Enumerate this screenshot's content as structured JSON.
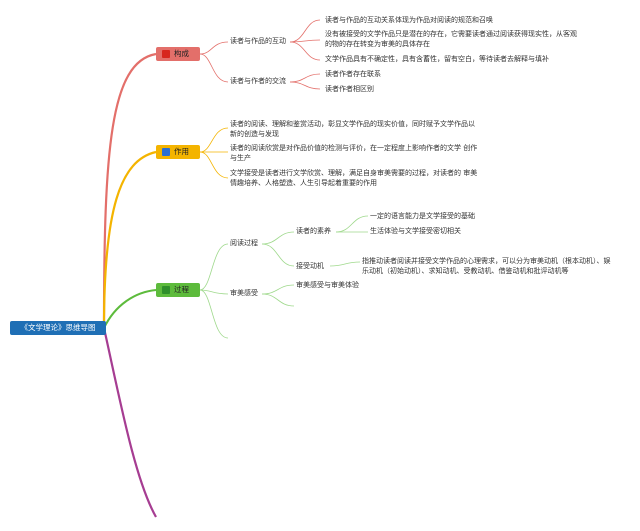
{
  "root": {
    "label": "《文学理论》思维导图"
  },
  "colors": {
    "root": "#1f6fb5",
    "composition": "#e36f6a",
    "function": "#f4b400",
    "process": "#5dbb3c",
    "extra": "#a63d92",
    "sub": "#9fd98c"
  },
  "icons": {
    "composition": "red-square-icon",
    "function": "blue-square-icon",
    "process": "green-mountain-icon"
  },
  "composition": {
    "label": "构成",
    "interaction_work": {
      "label": "读者与作品的互动",
      "items": [
        "读者与作品的互动关系体现为作品对阅读的规范和召唤",
        "没有被接受的文学作品只是潜在的存在，它需要读者通过阅读获得现实性，从客观的物的存在转变为审美的具体存在",
        "文学作品具有不确定性，具有含蓄性，留有空白，等待读者去解释与填补"
      ]
    },
    "interaction_author": {
      "label": "读者与作者的交流",
      "items": [
        "读者作者存在联系",
        "读者作者相区别"
      ]
    }
  },
  "function": {
    "label": "作用",
    "items": [
      "读者的阅读、理解和鉴赏活动，彰显文学作品的现实价值，同时赋予文学作品以新的创造与发现",
      "读者的阅读欣赏是对作品价值的检测与评价，在一定程度上影响作者的文学 创作与生产",
      "文学接受是读者进行文学欣赏、理解，满足自身审美需要的过程，对读者的 审美情趣培养、人格塑造、人生引导起着重要的作用"
    ]
  },
  "process": {
    "label": "过程",
    "reading": {
      "label": "阅读过程",
      "quality": {
        "label": "读者的素养",
        "items": [
          "一定的语言能力是文学接受的基础",
          "生活体验与文学接受密切相关"
        ]
      },
      "motive": {
        "label": "接受动机",
        "items": [
          "指推动读者阅读并接受文学作品的心理需求，可以分为审美动机（根本动机）、娱乐动机（初始动机）、求知动机、受教动机、借鉴动机和批评动机等"
        ]
      }
    },
    "aesthetic": {
      "label": "审美感受",
      "items": [
        "审美感受与审美体验"
      ]
    }
  }
}
